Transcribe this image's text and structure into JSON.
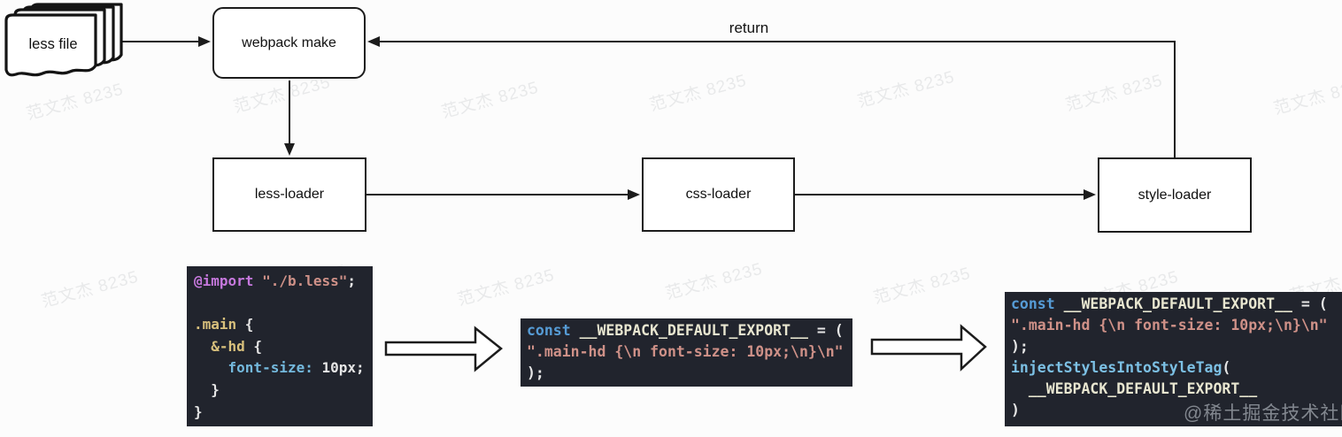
{
  "flow": {
    "less_file_label": "less file",
    "webpack_make_label": "webpack make",
    "less_loader_label": "less-loader",
    "css_loader_label": "css-loader",
    "style_loader_label": "style-loader",
    "return_label": "return"
  },
  "watermark": {
    "text": "范文杰 8235",
    "brand": "@稀土掘金技术社区"
  },
  "code_colors": {
    "atrule": "#c678dd",
    "kw": "#569cd6",
    "str": "#cf9188",
    "sel": "#d8c07c",
    "prop": "#74b9dd",
    "fn": "#7cc0e4",
    "var": "#e8e6d0",
    "plain": "#e6e6e6",
    "bg": "#21242d"
  },
  "code_blocks": [
    {
      "name": "less-source",
      "lines": [
        [
          [
            "@import",
            "atrule"
          ],
          [
            " ",
            "plain"
          ],
          [
            "\"./b.less\"",
            "str"
          ],
          [
            ";",
            "plain"
          ]
        ],
        [],
        [
          [
            ".main",
            "sel"
          ],
          [
            " {",
            "plain"
          ]
        ],
        [
          [
            "  ",
            "plain"
          ],
          [
            "&-hd",
            "sel"
          ],
          [
            " {",
            "plain"
          ]
        ],
        [
          [
            "    ",
            "plain"
          ],
          [
            "font-size:",
            "prop"
          ],
          [
            " 10px;",
            "plain"
          ]
        ],
        [
          [
            "  }",
            "plain"
          ]
        ],
        [
          [
            "}",
            "plain"
          ]
        ]
      ]
    },
    {
      "name": "css-module",
      "lines": [
        [
          [
            "const",
            "kw"
          ],
          [
            " ",
            "plain"
          ],
          [
            "__WEBPACK_DEFAULT_EXPORT__",
            "var"
          ],
          [
            " = (",
            "plain"
          ]
        ],
        [
          [
            "\".main-hd {\\n font-size: 10px;\\n}\\n\"",
            "str"
          ]
        ],
        [
          [
            ");",
            "plain"
          ]
        ]
      ]
    },
    {
      "name": "style-inject",
      "lines": [
        [
          [
            "const",
            "kw"
          ],
          [
            " ",
            "plain"
          ],
          [
            "__WEBPACK_DEFAULT_EXPORT__",
            "var"
          ],
          [
            " = (",
            "plain"
          ]
        ],
        [
          [
            "\".main-hd {\\n font-size: 10px;\\n}\\n\"",
            "str"
          ]
        ],
        [
          [
            ");",
            "plain"
          ]
        ],
        [
          [
            "injectStylesIntoStyleTag",
            "fn"
          ],
          [
            "(",
            "plain"
          ]
        ],
        [
          [
            "  ",
            "plain"
          ],
          [
            "__WEBPACK_DEFAULT_EXPORT__",
            "var"
          ]
        ],
        [
          [
            ")",
            "plain"
          ]
        ]
      ]
    }
  ]
}
